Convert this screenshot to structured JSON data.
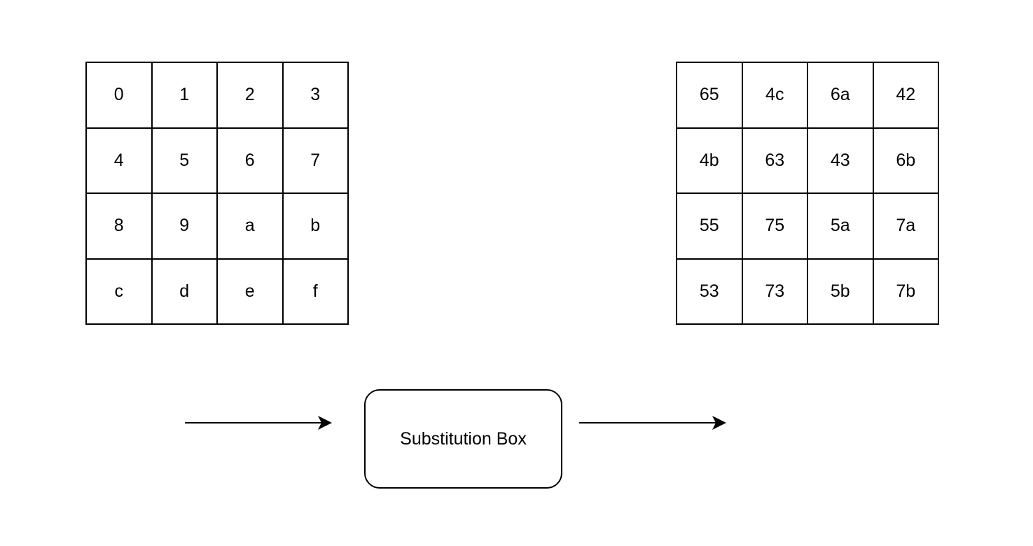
{
  "input_grid": {
    "cells": [
      "0",
      "1",
      "2",
      "3",
      "4",
      "5",
      "6",
      "7",
      "8",
      "9",
      "a",
      "b",
      "c",
      "d",
      "e",
      "f"
    ]
  },
  "output_grid": {
    "cells": [
      "65",
      "4c",
      "6a",
      "42",
      "4b",
      "63",
      "43",
      "6b",
      "55",
      "75",
      "5a",
      "7a",
      "53",
      "73",
      "5b",
      "7b"
    ]
  },
  "sbox": {
    "label": "Substitution Box"
  }
}
